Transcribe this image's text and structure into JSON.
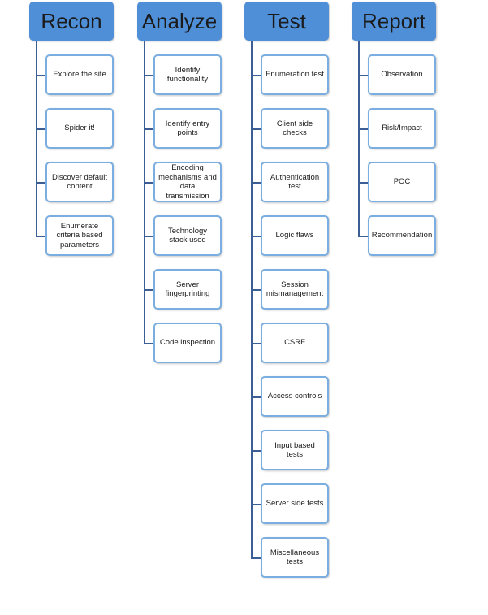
{
  "columns": [
    {
      "title": "Recon",
      "items": [
        "Explore the site",
        "Spider it!",
        "Discover default content",
        "Enumerate criteria based parameters"
      ]
    },
    {
      "title": "Analyze",
      "items": [
        "Identify functionality",
        "Identify entry points",
        "Encoding mechanisms and data transmission",
        "Technology stack used",
        "Server fingerprinting",
        "Code inspection"
      ]
    },
    {
      "title": "Test",
      "items": [
        "Enumeration test",
        "Client side checks",
        "Authentication test",
        "Logic flaws",
        "Session mismanagement",
        "CSRF",
        "Access controls",
        "Input based tests",
        "Server side tests",
        "Miscellaneous tests"
      ]
    },
    {
      "title": "Report",
      "items": [
        "Observation",
        "Risk/Impact",
        "POC",
        "Recommendation"
      ]
    }
  ],
  "colors": {
    "header_fill": "#4f8fd8",
    "box_border": "#7aaee0",
    "connector": "#3b5f94"
  }
}
